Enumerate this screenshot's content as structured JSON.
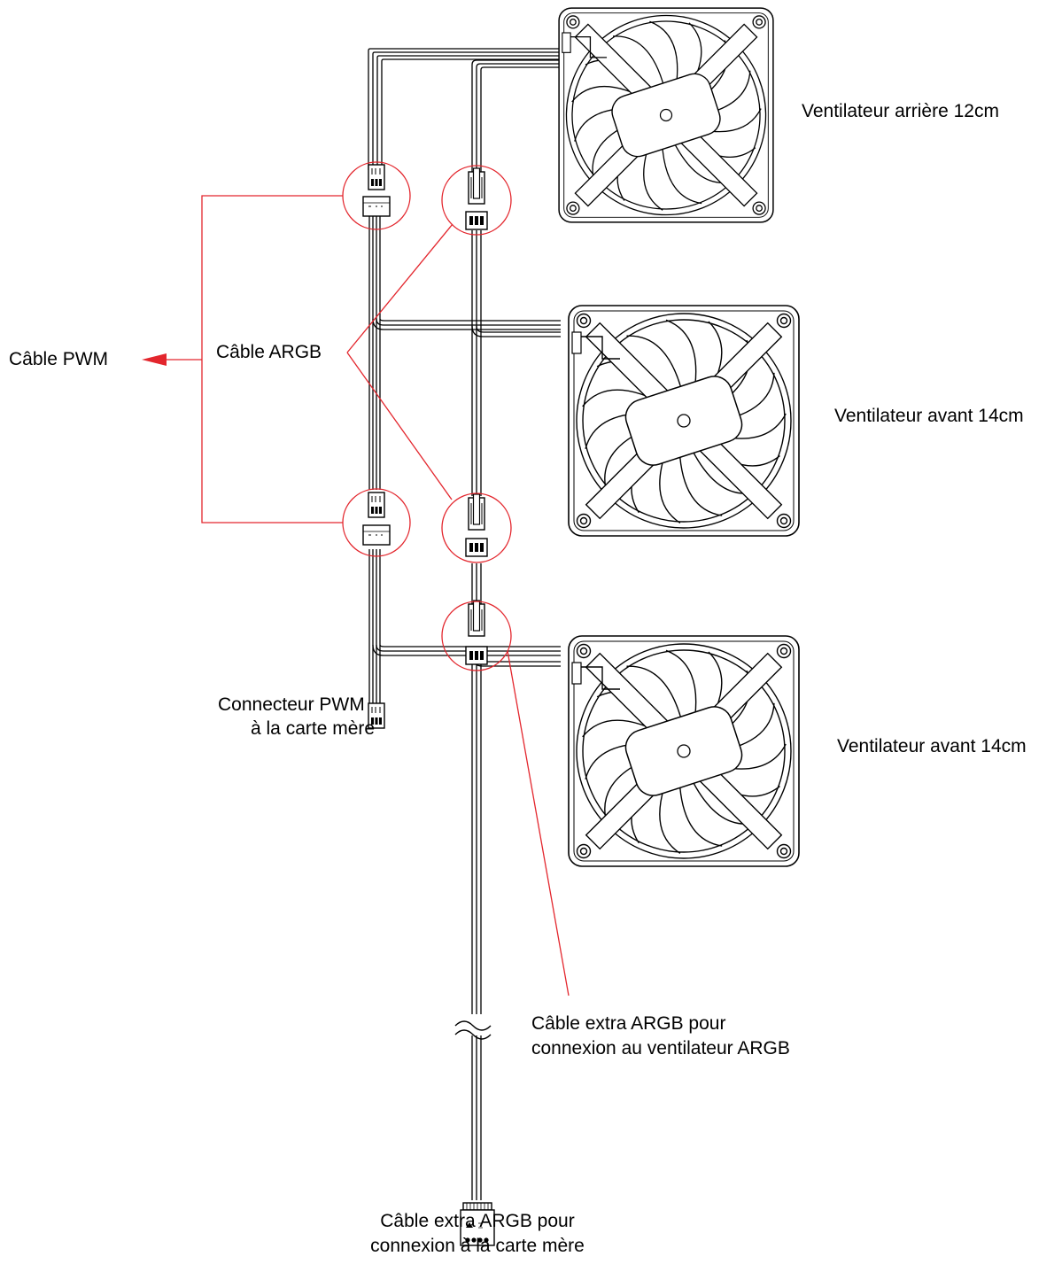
{
  "labels": {
    "fan_rear": "Ventilateur arrière 12cm",
    "fan_front_1": "Ventilateur avant 14cm",
    "fan_front_2": "Ventilateur avant 14cm",
    "pwm_cable": "Câble PWM",
    "argb_cable": "Câble ARGB",
    "pwm_connector_line1": "Connecteur PWM",
    "pwm_connector_line2": "à la carte mère",
    "extra_argb_fan_line1": "Câble extra ARGB pour",
    "extra_argb_fan_line2": "connexion au ventilateur ARGB",
    "extra_argb_mb_line1": "Câble extra ARGB pour",
    "extra_argb_mb_line2": "connexion à la carte mère"
  },
  "colors": {
    "line": "#000000",
    "callout": "#e3262d",
    "background": "#ffffff"
  },
  "icons": {
    "fan": "fan-icon",
    "pwm_connector": "pwm-connector-icon",
    "argb_connector": "argb-connector-icon",
    "callout_arrow": "arrow-left-icon"
  }
}
